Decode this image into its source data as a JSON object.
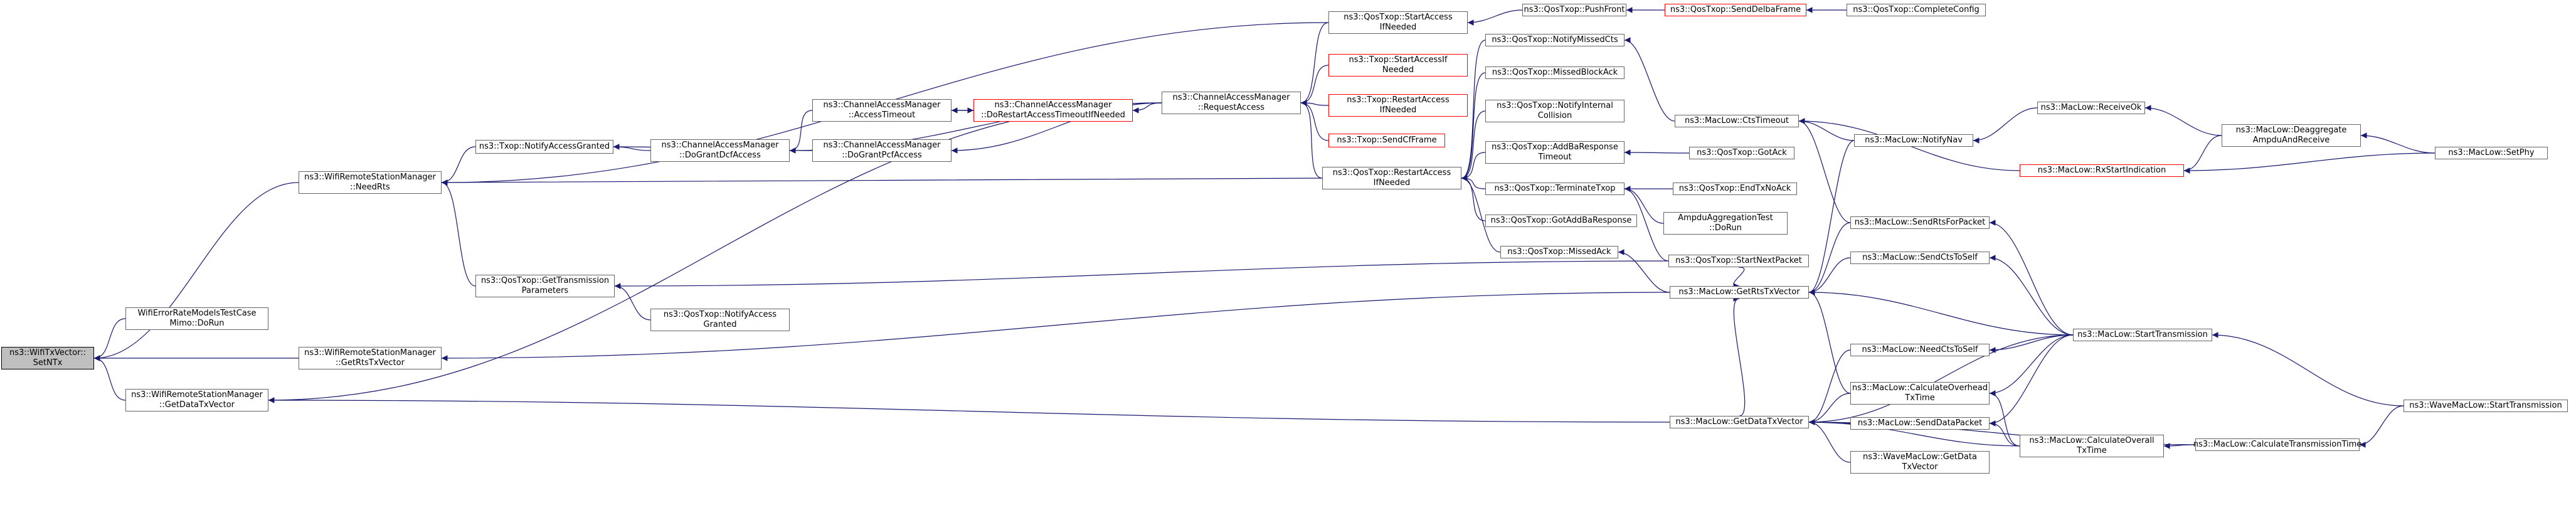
{
  "nodes": [
    {
      "id": "n0",
      "lines": [
        "ns3::WifiTxVector::",
        "SetNTx"
      ],
      "root": true
    },
    {
      "id": "n1",
      "lines": [
        "WifiErrorRateModelsTestCase",
        "Mimo::DoRun"
      ]
    },
    {
      "id": "n2",
      "lines": [
        "ns3::WifiRemoteStationManager",
        "::GetDataTxVector"
      ]
    },
    {
      "id": "n3",
      "lines": [
        "ns3::WifiRemoteStationManager",
        "::NeedRts"
      ]
    },
    {
      "id": "n4",
      "lines": [
        "ns3::WifiRemoteStationManager",
        "::GetRtsTxVector"
      ]
    },
    {
      "id": "n5",
      "lines": [
        "ns3::Txop::NotifyAccessGranted"
      ]
    },
    {
      "id": "n6",
      "lines": [
        "ns3::QosTxop::GetTransmission",
        "Parameters"
      ]
    },
    {
      "id": "n7",
      "lines": [
        "ns3::ChannelAccessManager",
        "::DoGrantDcfAccess"
      ]
    },
    {
      "id": "n8",
      "lines": [
        "ns3::QosTxop::NotifyAccess",
        "Granted"
      ]
    },
    {
      "id": "n9",
      "lines": [
        "ns3::ChannelAccessManager",
        "::AccessTimeout"
      ]
    },
    {
      "id": "n10",
      "lines": [
        "ns3::ChannelAccessManager",
        "::DoGrantPcfAccess"
      ]
    },
    {
      "id": "n11",
      "lines": [
        "ns3::ChannelAccessManager",
        "::DoRestartAccessTimeoutIfNeeded"
      ],
      "red": true
    },
    {
      "id": "n12",
      "lines": [
        "ns3::ChannelAccessManager",
        "::RequestAccess"
      ]
    },
    {
      "id": "n13",
      "lines": [
        "ns3::QosTxop::StartAccess",
        "IfNeeded"
      ]
    },
    {
      "id": "n14",
      "lines": [
        "ns3::Txop::StartAccessIf",
        "Needed"
      ],
      "red": true
    },
    {
      "id": "n15",
      "lines": [
        "ns3::Txop::RestartAccess",
        "IfNeeded"
      ],
      "red": true
    },
    {
      "id": "n16",
      "lines": [
        "ns3::Txop::SendCfFrame"
      ],
      "red": true
    },
    {
      "id": "n17",
      "lines": [
        "ns3::QosTxop::RestartAccess",
        "IfNeeded"
      ]
    },
    {
      "id": "n18",
      "lines": [
        "ns3::QosTxop::PushFront"
      ]
    },
    {
      "id": "n19",
      "lines": [
        "ns3::QosTxop::SendDelbaFrame"
      ],
      "red": true
    },
    {
      "id": "n20",
      "lines": [
        "ns3::QosTxop::CompleteConfig"
      ]
    },
    {
      "id": "n21",
      "lines": [
        "ns3::QosTxop::NotifyMissedCts"
      ]
    },
    {
      "id": "n22",
      "lines": [
        "ns3::QosTxop::MissedBlockAck"
      ]
    },
    {
      "id": "n23",
      "lines": [
        "ns3::QosTxop::NotifyInternal",
        "Collision"
      ]
    },
    {
      "id": "n24",
      "lines": [
        "ns3::QosTxop::AddBaResponse",
        "Timeout"
      ]
    },
    {
      "id": "n25",
      "lines": [
        "ns3::QosTxop::TerminateTxop"
      ]
    },
    {
      "id": "n26",
      "lines": [
        "ns3::QosTxop::GotAddBaResponse"
      ]
    },
    {
      "id": "n27",
      "lines": [
        "ns3::QosTxop::MissedAck"
      ]
    },
    {
      "id": "n28",
      "lines": [
        "ns3::MacLow::CtsTimeout"
      ]
    },
    {
      "id": "n29",
      "lines": [
        "ns3::QosTxop::GotAck"
      ]
    },
    {
      "id": "n30",
      "lines": [
        "ns3::QosTxop::EndTxNoAck"
      ]
    },
    {
      "id": "n31",
      "lines": [
        "AmpduAggregationTest",
        "::DoRun"
      ]
    },
    {
      "id": "n32",
      "lines": [
        "ns3::QosTxop::StartNextPacket"
      ]
    },
    {
      "id": "n33",
      "lines": [
        "ns3::MacLow::GetRtsTxVector"
      ]
    },
    {
      "id": "n34",
      "lines": [
        "ns3::MacLow::GetDataTxVector"
      ]
    },
    {
      "id": "n35",
      "lines": [
        "ns3::MacLow::NotifyNav"
      ]
    },
    {
      "id": "n36",
      "lines": [
        "ns3::MacLow::SendRtsForPacket"
      ]
    },
    {
      "id": "n37",
      "lines": [
        "ns3::MacLow::SendCtsToSelf"
      ]
    },
    {
      "id": "n38",
      "lines": [
        "ns3::MacLow::NeedCtsToSelf"
      ]
    },
    {
      "id": "n39",
      "lines": [
        "ns3::MacLow::CalculateOverhead",
        "TxTime"
      ]
    },
    {
      "id": "n40",
      "lines": [
        "ns3::MacLow::SendDataPacket"
      ]
    },
    {
      "id": "n41",
      "lines": [
        "ns3::WaveMacLow::GetData",
        "TxVector"
      ]
    },
    {
      "id": "n42",
      "lines": [
        "ns3::MacLow::ReceiveOk"
      ]
    },
    {
      "id": "n43",
      "lines": [
        "ns3::MacLow::RxStartIndication"
      ],
      "red": true
    },
    {
      "id": "n44",
      "lines": [
        "ns3::MacLow::StartTransmission"
      ]
    },
    {
      "id": "n45",
      "lines": [
        "ns3::MacLow::CalculateOverall",
        "TxTime"
      ]
    },
    {
      "id": "n46",
      "lines": [
        "ns3::MacLow::CalculateTransmissionTime"
      ]
    },
    {
      "id": "n47",
      "lines": [
        "ns3::MacLow::Deaggregate",
        "AmpduAndReceive"
      ]
    },
    {
      "id": "n48",
      "lines": [
        "ns3::MacLow::SetPhy"
      ]
    },
    {
      "id": "n49",
      "lines": [
        "ns3::WaveMacLow::StartTransmission"
      ]
    }
  ],
  "edges": [
    [
      "n1",
      "n0"
    ],
    [
      "n2",
      "n0"
    ],
    [
      "n3",
      "n0"
    ],
    [
      "n4",
      "n0"
    ],
    [
      "n5",
      "n3"
    ],
    [
      "n13",
      "n3"
    ],
    [
      "n17",
      "n3"
    ],
    [
      "n6",
      "n3"
    ],
    [
      "n12",
      "n2"
    ],
    [
      "n33",
      "n4"
    ],
    [
      "n34",
      "n2"
    ],
    [
      "n7",
      "n5"
    ],
    [
      "n10",
      "n5"
    ],
    [
      "n8",
      "n6"
    ],
    [
      "n32",
      "n6"
    ],
    [
      "n9",
      "n7"
    ],
    [
      "n12",
      "n7"
    ],
    [
      "n11",
      "n9"
    ],
    [
      "n9",
      "n11"
    ],
    [
      "n12",
      "n11"
    ],
    [
      "n12",
      "n10"
    ],
    [
      "n13",
      "n12"
    ],
    [
      "n14",
      "n12"
    ],
    [
      "n15",
      "n12"
    ],
    [
      "n16",
      "n12"
    ],
    [
      "n17",
      "n12"
    ],
    [
      "n18",
      "n13"
    ],
    [
      "n19",
      "n18"
    ],
    [
      "n20",
      "n19"
    ],
    [
      "n21",
      "n17"
    ],
    [
      "n22",
      "n17"
    ],
    [
      "n23",
      "n17"
    ],
    [
      "n24",
      "n17"
    ],
    [
      "n25",
      "n17"
    ],
    [
      "n26",
      "n17"
    ],
    [
      "n27",
      "n17"
    ],
    [
      "n28",
      "n21"
    ],
    [
      "n29",
      "n24"
    ],
    [
      "n30",
      "n25"
    ],
    [
      "n31",
      "n25"
    ],
    [
      "n32",
      "n25"
    ],
    [
      "n33",
      "n27"
    ],
    [
      "n35",
      "n28"
    ],
    [
      "n43",
      "n28"
    ],
    [
      "n36",
      "n28"
    ],
    [
      "n35",
      "n33"
    ],
    [
      "n36",
      "n33"
    ],
    [
      "n37",
      "n33"
    ],
    [
      "n39",
      "n33"
    ],
    [
      "n44",
      "n33"
    ],
    [
      "n32",
      "n33"
    ],
    [
      "n34",
      "n33"
    ],
    [
      "n38",
      "n34"
    ],
    [
      "n39",
      "n34"
    ],
    [
      "n40",
      "n34"
    ],
    [
      "n41",
      "n34"
    ],
    [
      "n45",
      "n34"
    ],
    [
      "n46",
      "n34"
    ],
    [
      "n44",
      "n34"
    ],
    [
      "n42",
      "n35"
    ],
    [
      "n47",
      "n42"
    ],
    [
      "n48",
      "n47"
    ],
    [
      "n47",
      "n43"
    ],
    [
      "n48",
      "n43"
    ],
    [
      "n44",
      "n36"
    ],
    [
      "n44",
      "n37"
    ],
    [
      "n44",
      "n38"
    ],
    [
      "n44",
      "n39"
    ],
    [
      "n45",
      "n39"
    ],
    [
      "n45",
      "n40"
    ],
    [
      "n44",
      "n40"
    ],
    [
      "n46",
      "n45"
    ],
    [
      "n49",
      "n46"
    ],
    [
      "n49",
      "n44"
    ]
  ]
}
